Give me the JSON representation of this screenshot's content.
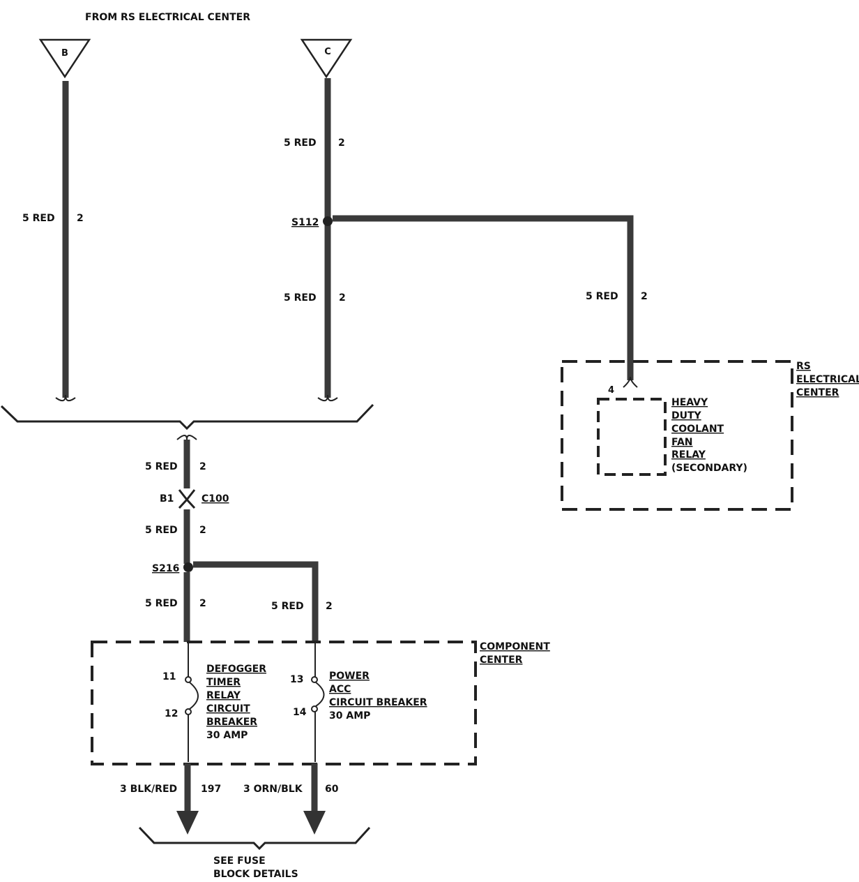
{
  "header": {
    "source_label": "FROM RS ELECTRICAL CENTER"
  },
  "terminals": {
    "b": "B",
    "c": "C"
  },
  "wire_labels": {
    "b_main": {
      "gauge_color": "5 RED",
      "circuit": "2"
    },
    "c_upper": {
      "gauge_color": "5 RED",
      "circuit": "2"
    },
    "c_lower": {
      "gauge_color": "5 RED",
      "circuit": "2"
    },
    "branch_relay": {
      "gauge_color": "5 RED",
      "circuit": "2"
    },
    "c100_upper": {
      "gauge_color": "5 RED",
      "circuit": "2"
    },
    "c100_lower": {
      "gauge_color": "5 RED",
      "circuit": "2"
    },
    "s216_lower": {
      "gauge_color": "5 RED",
      "circuit": "2"
    },
    "s216_branch": {
      "gauge_color": "5 RED",
      "circuit": "2"
    },
    "defogger_out": {
      "gauge_color": "3 BLK/RED",
      "circuit": "197"
    },
    "power_acc_out": {
      "gauge_color": "3 ORN/BLK",
      "circuit": "60"
    }
  },
  "splices": {
    "s112": "S112",
    "s216": "S216"
  },
  "connector": {
    "pin": "B1",
    "name": "C100"
  },
  "rs_electrical_center": {
    "label_lines": [
      "RS",
      "ELECTRICAL",
      "CENTER"
    ],
    "pin": "4",
    "relay_lines": [
      "HEAVY",
      "DUTY",
      "COOLANT",
      "FAN",
      "RELAY",
      "(SECONDARY)"
    ]
  },
  "component_center": {
    "label_lines": [
      "COMPONENT",
      "CENTER"
    ],
    "defogger": {
      "pin_in": "11",
      "pin_out": "12",
      "lines": [
        "DEFOGGER",
        "TIMER",
        "RELAY",
        "CIRCUIT",
        "BREAKER",
        "30 AMP"
      ]
    },
    "power_acc": {
      "pin_in": "13",
      "pin_out": "14",
      "lines": [
        "POWER",
        "ACC",
        "CIRCUIT BREAKER",
        "30 AMP"
      ]
    }
  },
  "footer": {
    "lines": [
      "SEE FUSE",
      "BLOCK DETAILS"
    ]
  }
}
